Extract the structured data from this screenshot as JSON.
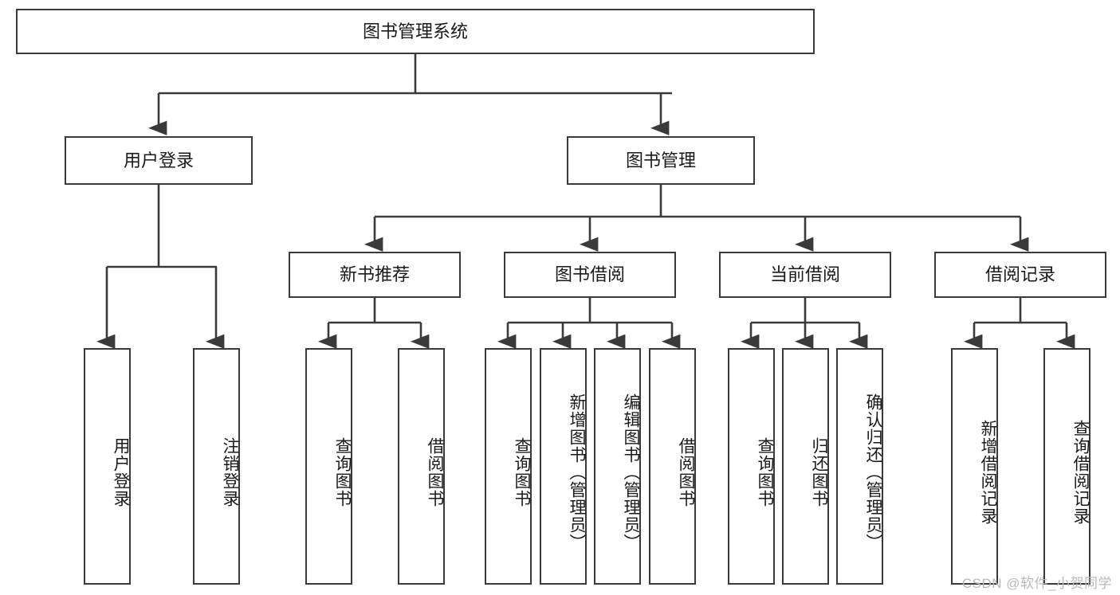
{
  "diagram": {
    "title_node": {
      "label": "图书管理系统"
    },
    "level1": [
      {
        "id": "user-login",
        "label": "用户登录"
      },
      {
        "id": "book-management",
        "label": "图书管理"
      }
    ],
    "level2": [
      {
        "id": "new-book-recommend",
        "label": "新书推荐",
        "parent": "book-management"
      },
      {
        "id": "book-borrow",
        "label": "图书借阅",
        "parent": "book-management"
      },
      {
        "id": "current-borrow",
        "label": "当前借阅",
        "parent": "book-management"
      },
      {
        "id": "borrow-record",
        "label": "借阅记录",
        "parent": "book-management"
      }
    ],
    "leaves": [
      {
        "id": "leaf-user-login",
        "label": "用户登录",
        "parent": "user-login"
      },
      {
        "id": "leaf-logout-login",
        "label": "注销登录",
        "parent": "user-login"
      },
      {
        "id": "leaf-query-book-1",
        "label": "查询图书",
        "parent": "new-book-recommend"
      },
      {
        "id": "leaf-borrow-book-1",
        "label": "借阅图书",
        "parent": "new-book-recommend"
      },
      {
        "id": "leaf-query-book-2",
        "label": "查询图书",
        "parent": "book-borrow"
      },
      {
        "id": "leaf-add-book",
        "label": "新增图书（管理员）",
        "parent": "book-borrow"
      },
      {
        "id": "leaf-edit-book",
        "label": "编辑图书（管理员）",
        "parent": "book-borrow"
      },
      {
        "id": "leaf-borrow-book-2",
        "label": "借阅图书",
        "parent": "book-borrow"
      },
      {
        "id": "leaf-query-book-3",
        "label": "查询图书",
        "parent": "current-borrow"
      },
      {
        "id": "leaf-return-book",
        "label": "归还图书",
        "parent": "current-borrow"
      },
      {
        "id": "leaf-confirm-return",
        "label": "确认归还（管理员）",
        "parent": "current-borrow"
      },
      {
        "id": "leaf-add-record",
        "label": "新增借阅记录",
        "parent": "borrow-record"
      },
      {
        "id": "leaf-query-record",
        "label": "查询借阅记录",
        "parent": "borrow-record"
      }
    ],
    "watermark": "CSDN @软件_小贺同学",
    "colors": {
      "stroke": "#3a3a3a",
      "fill": "#ffffff",
      "text": "#1a1a1a",
      "watermark": "#b9b9b9"
    }
  }
}
